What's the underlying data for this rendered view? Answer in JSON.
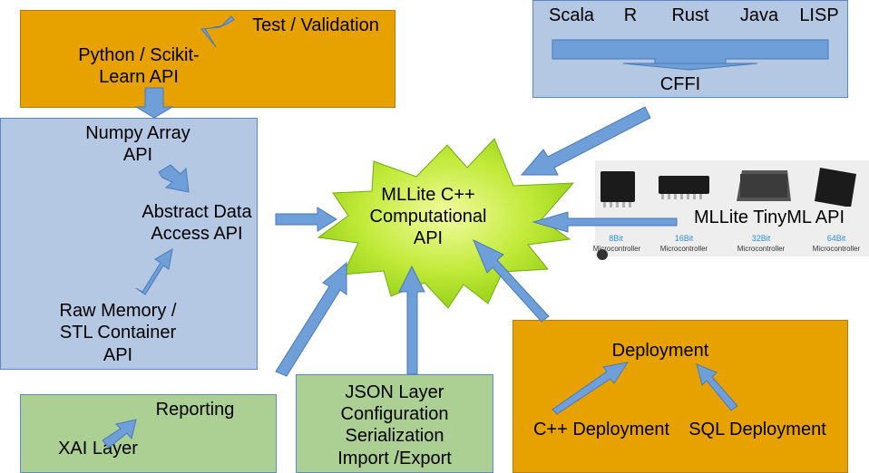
{
  "boxes": {
    "python": {
      "label_line1": "Python / Scikit-",
      "label_line2": "Learn API",
      "test_label": "Test / Validation"
    },
    "languages": {
      "items": [
        "Scala",
        "R",
        "Rust",
        "Java",
        "LISP"
      ],
      "cffi": "CFFI"
    },
    "numpy": {
      "label_line1": "Numpy Array",
      "label_line2": "API"
    },
    "abstract": {
      "label_line1": "Abstract Data",
      "label_line2": "Access API"
    },
    "rawmem": {
      "label_line1": "Raw Memory /",
      "label_line2": "STL Container",
      "label_line3": "API"
    },
    "core": {
      "label_line1": "MLLite C++",
      "label_line2": "Computational",
      "label_line3": "API"
    },
    "tinyml": {
      "label": "MLLite TinyML API",
      "chips": [
        {
          "bits": "8Bit",
          "caption": "Microcontroller"
        },
        {
          "bits": "16Bit",
          "caption": "Microcontroller"
        },
        {
          "bits": "32Bit",
          "caption": "Microcontroller"
        },
        {
          "bits": "64Bit",
          "caption": "Microcontroller"
        }
      ]
    },
    "reporting": {
      "reporting": "Reporting",
      "xai": "XAI Layer"
    },
    "json": {
      "line1": "JSON Layer",
      "line2": "Configuration",
      "line3": "Serialization",
      "line4": "Import /Export"
    },
    "deployment": {
      "title": "Deployment",
      "cpp": "C++ Deployment",
      "sql": "SQL Deployment"
    }
  },
  "colors": {
    "orange": "#e8a200",
    "blue_box": "#b4c7e3",
    "green_box": "#acd094",
    "arrow": "#6f9fd8",
    "starburst": "#9ad414"
  }
}
